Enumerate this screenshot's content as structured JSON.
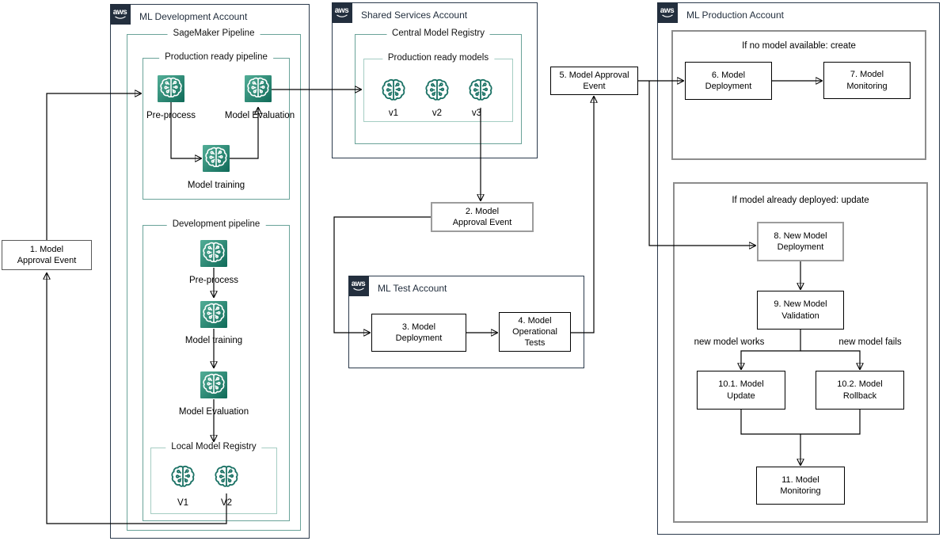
{
  "accounts": {
    "development": "ML Development Account",
    "shared": "Shared Services Account",
    "test": "ML Test Account",
    "production": "ML Production Account"
  },
  "aws_badge": "aws",
  "groups": {
    "sagemaker_pipeline": "SageMaker Pipeline",
    "production_pipeline": "Production ready pipeline",
    "development_pipeline": "Development pipeline",
    "central_registry": "Central Model Registry",
    "production_models": "Production ready models",
    "local_registry": "Local Model Registry"
  },
  "conditions": {
    "create": "If no model available: create",
    "update": "If model already deployed: update"
  },
  "steps": {
    "s1": "1. Model\nApproval Event",
    "s2": "2. Model\nApproval Event",
    "s3": "3. Model\nDeployment",
    "s4": "4. Model\nOperational\nTests",
    "s5": "5. Model Approval\nEvent",
    "s6": "6. Model\nDeployment",
    "s7": "7. Model\nMonitoring",
    "s8": "8. New Model\nDeployment",
    "s9": "9. New Model\nValidation",
    "s10_1": "10.1. Model\nUpdate",
    "s10_2": "10.2. Model\nRollback",
    "s11": "11. Model\nMonitoring"
  },
  "icons": {
    "prod_preprocess": "Pre-process",
    "prod_evaluation": "Model Evaluation",
    "prod_training": "Model training",
    "dev_preprocess": "Pre-process",
    "dev_training": "Model training",
    "dev_evaluation": "Model Evaluation",
    "registry_v1": "v1",
    "registry_v2": "v2",
    "registry_v3": "v3",
    "local_v1": "V1",
    "local_v2": "V2"
  },
  "branches": {
    "works": "new model works",
    "fails": "new model fails"
  },
  "colors": {
    "aws_navy": "#232f3e",
    "teal_border": "#6aa399",
    "light_teal_border": "#a5cdc3",
    "icon_gradient_start": "#53ae97",
    "icon_gradient_end": "#0f6a58",
    "outline_icon": "#1b7265"
  }
}
